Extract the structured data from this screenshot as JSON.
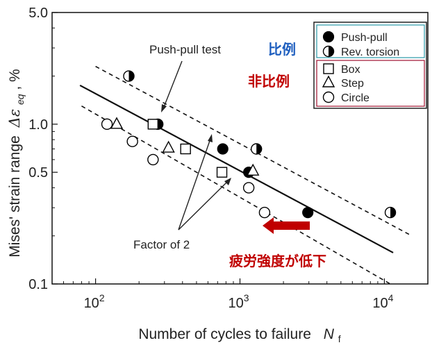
{
  "chart_data": {
    "type": "scatter",
    "xscale": "log",
    "yscale": "log",
    "xlim": [
      50,
      20000
    ],
    "ylim": [
      0.1,
      5.0
    ],
    "x_ticks": [
      {
        "value": 100,
        "base": "10",
        "exp": "2"
      },
      {
        "value": 1000,
        "base": "10",
        "exp": "3"
      },
      {
        "value": 10000,
        "base": "10",
        "exp": "4"
      }
    ],
    "y_ticks": [
      {
        "value": 0.1,
        "label": "0.1"
      },
      {
        "value": 0.5,
        "label": "0.5"
      },
      {
        "value": 1.0,
        "label": "1.0"
      },
      {
        "value": 5.0,
        "label": "5.0"
      }
    ],
    "xlabel": "Number of cycles to failure",
    "xlabel_symbol": "N",
    "xlabel_sub": "f",
    "ylabel": "Mises' strain range",
    "ylabel_symbol": "Δε",
    "ylabel_sub": "eq",
    "ylabel_unit": ",  %",
    "series": [
      {
        "name": "Push-pull",
        "marker": "filled-circle",
        "points": [
          [
            270,
            1.0
          ],
          [
            760,
            0.7
          ],
          [
            1150,
            0.5
          ],
          [
            2950,
            0.28
          ]
        ]
      },
      {
        "name": "Rev. torsion",
        "marker": "half-circle",
        "points": [
          [
            170,
            2.0
          ],
          [
            1300,
            0.7
          ],
          [
            11000,
            0.28
          ]
        ]
      },
      {
        "name": "Box",
        "marker": "square",
        "points": [
          [
            250,
            1.0
          ],
          [
            420,
            0.7
          ],
          [
            750,
            0.5
          ]
        ]
      },
      {
        "name": "Step",
        "marker": "triangle",
        "points": [
          [
            140,
            1.0
          ],
          [
            320,
            0.71
          ],
          [
            1230,
            0.51
          ]
        ]
      },
      {
        "name": "Circle",
        "marker": "open-circle",
        "points": [
          [
            120,
            1.0
          ],
          [
            180,
            0.78
          ],
          [
            250,
            0.6
          ],
          [
            1150,
            0.4
          ],
          [
            1480,
            0.28
          ]
        ]
      }
    ],
    "lines": [
      {
        "role": "fit",
        "style": "solid",
        "from": [
          78,
          1.75
        ],
        "to": [
          11500,
          0.157
        ]
      },
      {
        "role": "upper-factor",
        "style": "dashed",
        "from": [
          100,
          2.3
        ],
        "to": [
          15500,
          0.2
        ]
      },
      {
        "role": "lower-factor",
        "style": "dashed",
        "from": [
          80,
          1.3
        ],
        "to": [
          11000,
          0.1
        ]
      }
    ],
    "annotations": [
      {
        "text": "Push-pull test"
      },
      {
        "text": "Factor of 2"
      }
    ],
    "legend": {
      "placement": "top-right",
      "groups": [
        {
          "label": "比例",
          "color": "#1f5fbf",
          "border": "#2a9aa8",
          "items": [
            "Push-pull",
            "Rev. torsion"
          ]
        },
        {
          "label": "非比例",
          "color": "#c00000",
          "border": "#a01030",
          "items": [
            "Box",
            "Step",
            "Circle"
          ]
        }
      ]
    },
    "callout": {
      "text": "疲労強度が低下",
      "color": "#c00000",
      "arrow_color": "#c00000",
      "direction": "left"
    },
    "grid": false
  }
}
